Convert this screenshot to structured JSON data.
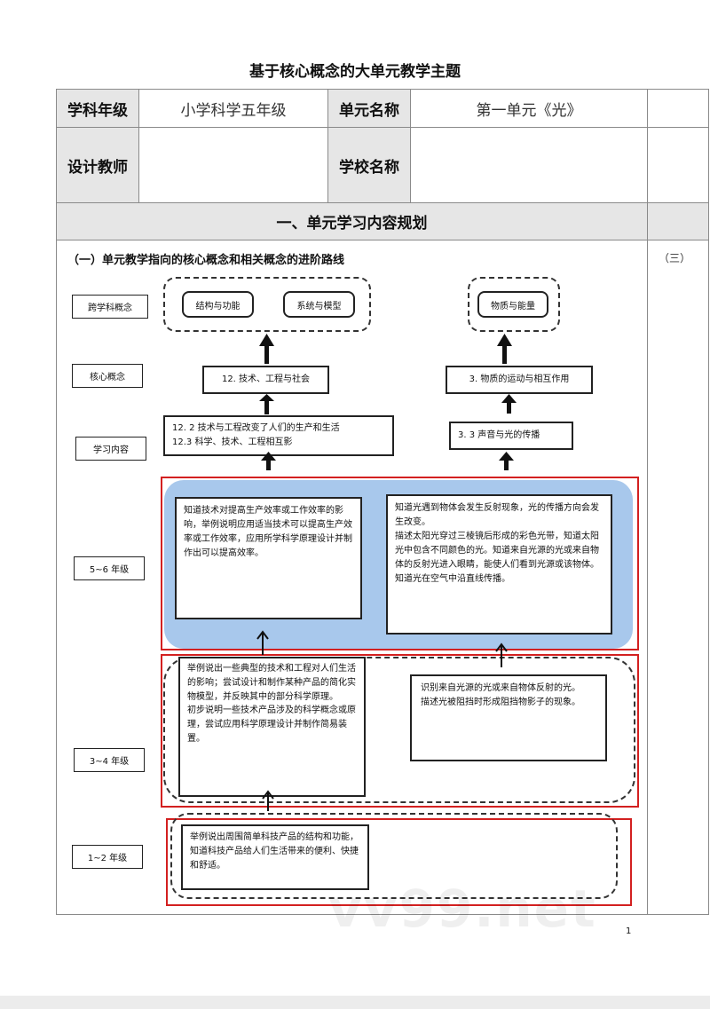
{
  "document": {
    "title": "基于核心概念的大单元教学主题",
    "page_number": "1",
    "watermark": "vv99.net"
  },
  "info_table": {
    "subject_grade_label": "学科年级",
    "subject_grade_value": "小学科学五年级",
    "unit_name_label": "单元名称",
    "unit_name_value": "第一单元《光》",
    "designer_label": "设计教师",
    "designer_value": "",
    "school_label": "学校名称",
    "school_value": "",
    "section_heading": "一、单元学习内容规划"
  },
  "content": {
    "subheading_1": "（一）单元教学指向的核心概念和相关概念的进阶路线",
    "subheading_3": "（三）"
  },
  "diagram": {
    "levels": {
      "cross": "跨学科概念",
      "core": "核心概念",
      "learning": "学习内容",
      "g56": "5~6 年级",
      "g34": "3~4 年级",
      "g12": "1~2 年级"
    },
    "cross_concepts": {
      "structure_function": "结构与功能",
      "system_model": "系统与模型",
      "matter_energy": "物质与能量"
    },
    "core_concepts": {
      "left": "12. 技术、工程与社会",
      "right": "3. 物质的运动与相互作用"
    },
    "learning_content": {
      "left_line1": "12.  2 技术与工程改变了人们的生产和生活",
      "left_line2": "12.3 科学、技术、工程相互影",
      "right": "3. 3 声音与光的传播"
    },
    "grade56": {
      "left": "知道技术对提高生产效率或工作效率的影响，举例说明应用适当技术可以提高生产效率或工作效率，应用所学科学原理设计并制作出可以提高效率。",
      "right_p1": "知道光遇到物体会发生反射现象，光的传播方向会发生改变。",
      "right_p2": "描述太阳光穿过三棱镜后形成的彩色光带，知道太阳光中包含不同颜色的光。知道来自光源的光或来自物体的反射光进入眼睛，能使人们看到光源或该物体。",
      "right_p3": "知道光在空气中沿直线传播。"
    },
    "grade34": {
      "left_p1": "举例说出一些典型的技术和工程对人们生活的影响；尝试设计和制作某种产品的简化实物模型，并反映其中的部分科学原理。",
      "left_p2": "初步说明一些技术产品涉及的科学概念或原理，尝试应用科学原理设计并制作简易装置。",
      "right_p1": "识别来自光源的光或来自物体反射的光。",
      "right_p2": "描述光被阻挡时形成阻挡物影子的现象。"
    },
    "grade12": {
      "left": "举例说出周围简单科技产品的结构和功能，知道科技产品给人们生活带来的便利、快捷和舒适。"
    },
    "colors": {
      "highlight_red": "#d32020",
      "blue_fill": "#a8c8ec",
      "header_gray": "#e6e6e6"
    }
  }
}
